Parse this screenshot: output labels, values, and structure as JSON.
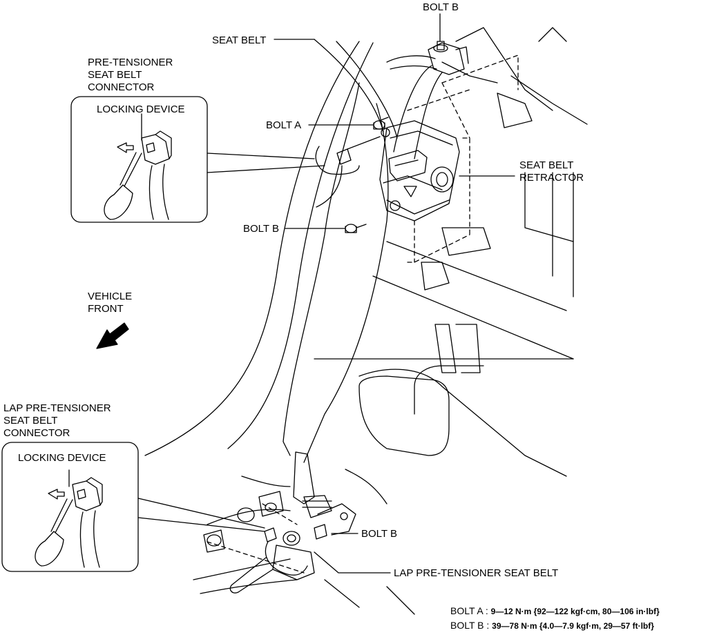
{
  "labels": {
    "bolt_b_top": "BOLT B",
    "seat_belt": "SEAT BELT",
    "pretensioner_connector": "PRE-TENSIONER\nSEAT BELT\nCONNECTOR",
    "locking_device_1": "LOCKING DEVICE",
    "bolt_a": "BOLT A",
    "retractor": "SEAT BELT\nRETRACTOR",
    "bolt_b_mid": "BOLT B",
    "vehicle_front": "VEHICLE\nFRONT",
    "lap_connector": "LAP PRE-TENSIONER\nSEAT BELT\nCONNECTOR",
    "locking_device_2": "LOCKING DEVICE",
    "bolt_b_low": "BOLT B",
    "lap_pretensioner": "LAP PRE-TENSIONER SEAT BELT"
  },
  "torque": [
    {
      "bolt": "BOLT A :",
      "value": "9—12 N·m {92—122 kgf·cm, 80—106 in·lbf}"
    },
    {
      "bolt": "BOLT B :",
      "value": "39—78 N·m {4.0—7.9 kgf·m, 29—57 ft·lbf}"
    }
  ],
  "colors": {
    "line": "#000000",
    "background": "#ffffff"
  }
}
